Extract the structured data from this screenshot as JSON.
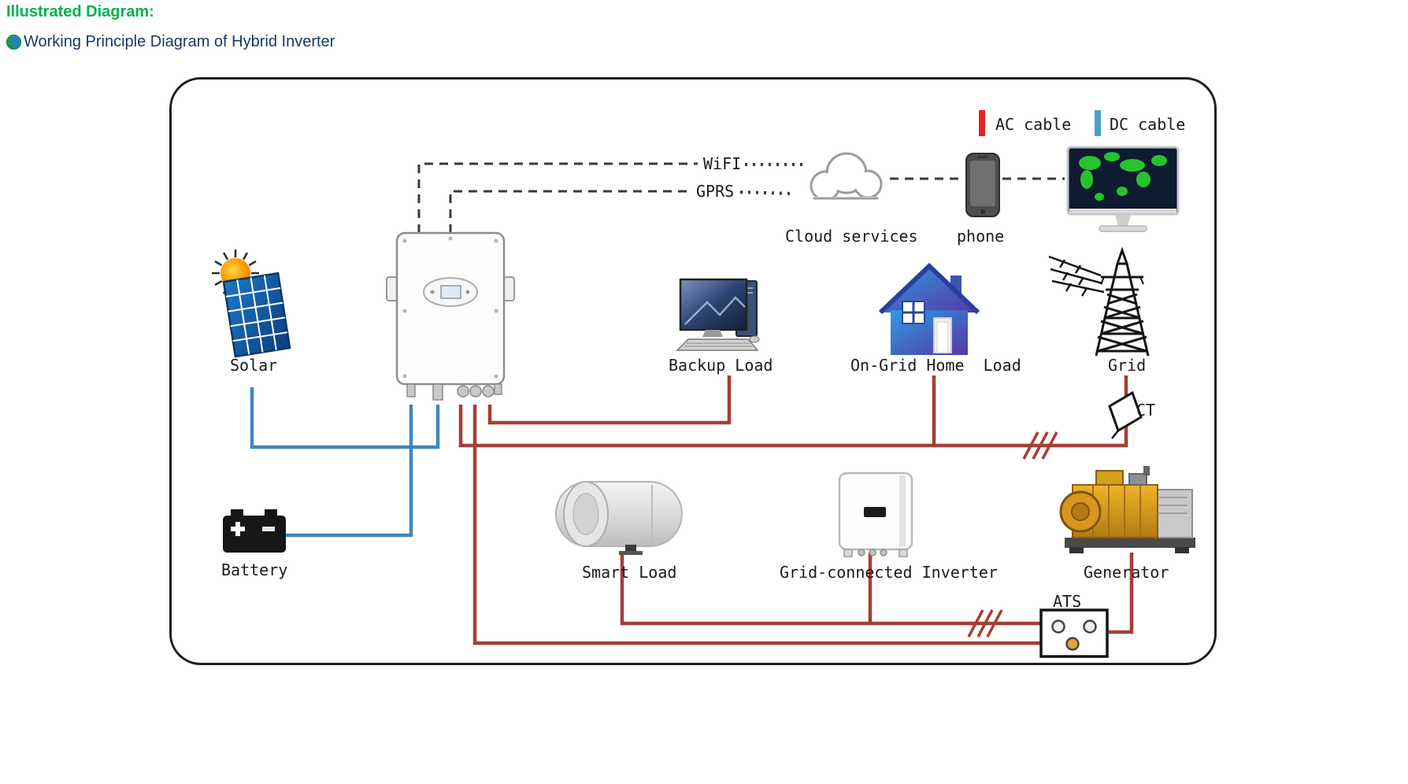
{
  "page": {
    "heading": "Illustrated Diagram:",
    "subheading": "Working Principle Diagram of Hybrid Inverter"
  },
  "legend": {
    "ac_label": "AC cable",
    "dc_label": "DC cable"
  },
  "comm": {
    "wifi_label": "WiFI",
    "gprs_label": "GPRS"
  },
  "nodes": {
    "cloud": "Cloud services",
    "phone": "phone",
    "solar": "Solar",
    "backup_load": "Backup Load",
    "on_grid_home_load": "On-Grid Home  Load",
    "grid": "Grid",
    "ct": "CT",
    "battery": "Battery",
    "smart_load": "Smart Load",
    "grid_connected_inverter": "Grid-connected Inverter",
    "generator": "Generator",
    "ats": "ATS"
  },
  "colors": {
    "heading": "#00b050",
    "subheading": "#17375e",
    "ac": "#e02525",
    "dc": "#4aa0c8",
    "ac_line": "#a63e38",
    "dc_line": "#4287b8"
  }
}
